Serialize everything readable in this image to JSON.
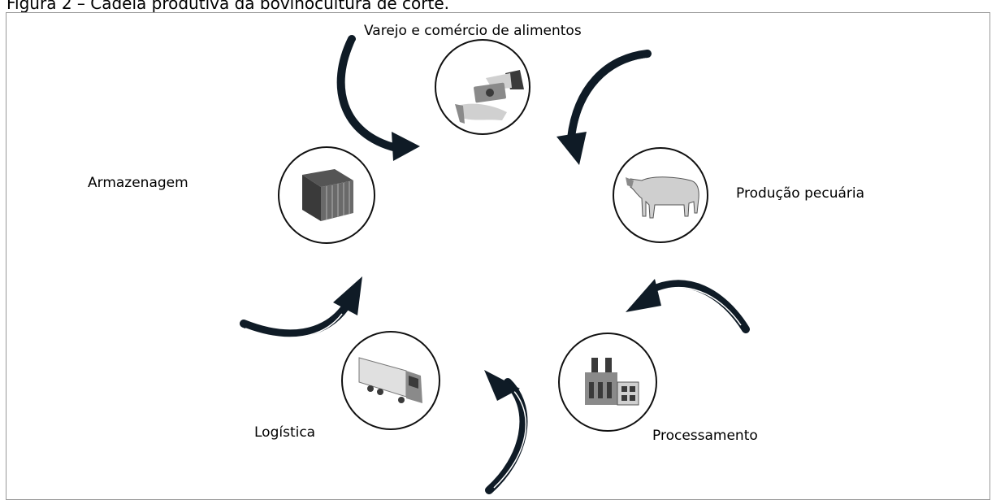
{
  "figure": {
    "title": "Figura 2 – Cadeia produtiva da bovinocultura de corte."
  },
  "nodes": {
    "varejo": {
      "label": "Varejo e comércio de alimentos",
      "icon": "money-exchange-icon"
    },
    "producao": {
      "label": "Produção pecuária",
      "icon": "cattle-icon"
    },
    "processamento": {
      "label": "Processamento",
      "icon": "factory-icon"
    },
    "logistica": {
      "label": "Logística",
      "icon": "truck-icon"
    },
    "armazenagem": {
      "label": "Armazenagem",
      "icon": "container-icon"
    }
  },
  "colors": {
    "arrow": "#0f1b26",
    "circle_stroke": "#111111",
    "icon_dark": "#3a3a3a",
    "icon_mid": "#8a8a8a",
    "icon_light": "#d0d0d0"
  }
}
